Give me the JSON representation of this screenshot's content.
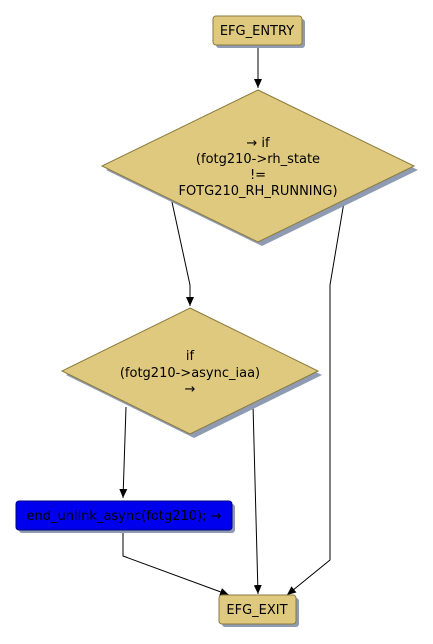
{
  "colors": {
    "node_fill": "#dfc97f",
    "node_stroke": "#8a7a3c",
    "shadow": "#8f9bb3",
    "highlight_fill": "#0000ee",
    "highlight_stroke": "#000080",
    "edge": "#000000"
  },
  "nodes": {
    "entry": {
      "label": "EFG_ENTRY"
    },
    "cond1": {
      "line1": "→ if",
      "line2": "(fotg210->rh_state",
      "line3": "!=",
      "line4": "FOTG210_RH_RUNNING)"
    },
    "cond2": {
      "line1": "if",
      "line2": "(fotg210->async_iaa)",
      "line3": "→"
    },
    "action": {
      "label": "end_unlink_async(fotg210); →"
    },
    "exit": {
      "label": "EFG_EXIT"
    }
  }
}
